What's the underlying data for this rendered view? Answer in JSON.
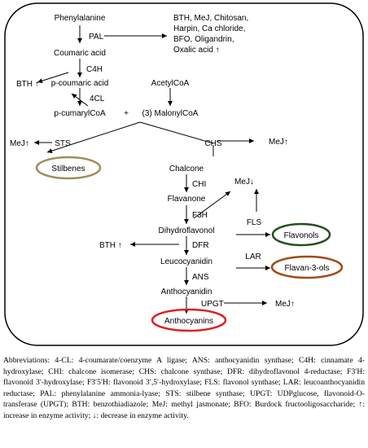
{
  "pathway": {
    "phenylalanine": "Phenylalanine",
    "pal": "PAL",
    "coumaric_acid": "Coumaric acid",
    "elicitors": [
      "BTH, MeJ, Chitosan,",
      "Harpin, Ca chloride,",
      "BFO, Oligandrin,",
      "Oxalic acid ↑"
    ],
    "c4h": "C4H",
    "bth_up_c4h": "BTH ↑",
    "p_coumaric_acid": "p-coumaric acid",
    "acetylcoa": "AcetylCoA",
    "four_cl": "4CL",
    "p_cumarylcoa": "p-cumarylCoA",
    "plus": "+",
    "malonylcoa": "(3) MalonylCoA",
    "sts": "STS",
    "mej_up_sts": "MeJ↑",
    "chs": "CHS",
    "mej_up_chs": "MeJ↑",
    "stilbenes": "Stilbenes",
    "chalcone": "Chalcone",
    "chi": "CHI",
    "flavanone": "Flavanone",
    "f3h": "F3H",
    "mej_down": "MeJ↓",
    "dihydroflavonol": "Dihydroflavonol",
    "fls": "FLS",
    "flavonols": "Flavonols",
    "bth_up_dfr": "BTH ↑",
    "dfr": "DFR",
    "leucocyanidin": "Leucocyanidin",
    "lar": "LAR",
    "flavan3ols": "Flavan-3-ols",
    "ans": "ANS",
    "anthocyanidin": "Anthocyanidin",
    "upgt": "UPGT",
    "mej_up_upgt": "MeJ↑",
    "anthocyanins": "Anthocyanins"
  },
  "colors": {
    "stilbenes_border": "#9c8f5c",
    "flavonols_border": "#24501f",
    "flavan3ols_border": "#a04a14",
    "anthocyanins_border": "#e02020"
  },
  "abbreviations": "Abbreviations: 4-CL: 4-coumarate/coenzyme A ligase; ANS: anthocyanidin synthase; C4H: cinnamate 4-hydroxylase; CHI: chalcone isomerase; CHS: chalcone synthase; DFR: dihydroflavonol 4-reductase; F3′H: flavonoid 3′-hydroxylase; F3′5′H: flavonoid 3′,5′-hydroxylase; FLS: flavonol synthase; LAR: leucoanthocyanidin reductase; PAL: phenylalanine ammonia-lyase; STS: stilbene synthase; UPGT: UDPglucose, flavonoid-O-transferase (UPGT); BTH: benzothiadiazole; MeJ: methyl jasmonate; BFO: Burdock fructooligosaccharide; ↑: increase in enzyme activity; ↓: decrease in enzyme activity."
}
